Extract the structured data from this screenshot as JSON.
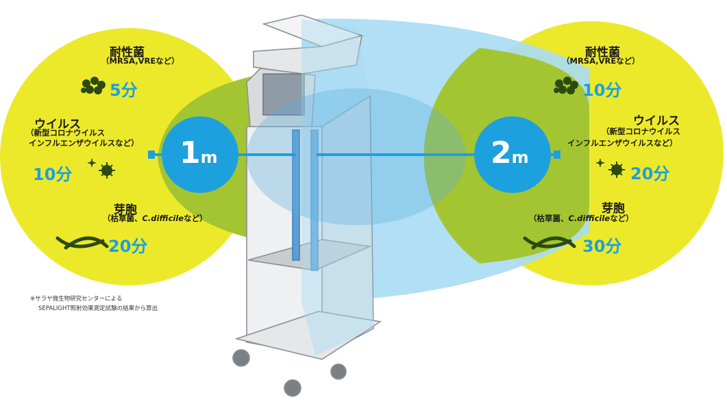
{
  "colors": {
    "yellow": "#ece92b",
    "green": "#a3c531",
    "blue": "#1ca0de",
    "light_blue": "#a8dcf4",
    "dark_green": "#2c4a0c"
  },
  "left": {
    "distance": "1",
    "unit": "m",
    "items": [
      {
        "title": "耐性菌",
        "sub": "（MRSA,VREなど）",
        "time": "5分",
        "icon": "bacteria-cluster-icon"
      },
      {
        "title": "ウイルス",
        "sub_lines": [
          "（新型コロナウイルス",
          "インフルエンザウイルスなど）"
        ],
        "time": "10分",
        "icon": "virus-icon"
      },
      {
        "title": "芽胞",
        "sub_pre": "（枯草菌、",
        "sub_italic": "C.difficile",
        "sub_post": "など）",
        "time": "20分",
        "icon": "spore-icon"
      }
    ]
  },
  "right": {
    "distance": "2",
    "unit": "m",
    "items": [
      {
        "title": "耐性菌",
        "sub": "（MRSA,VREなど）",
        "time": "10分",
        "icon": "bacteria-cluster-icon"
      },
      {
        "title": "ウイルス",
        "sub_lines": [
          "（新型コロナウイルス",
          "インフルエンザウイルスなど）"
        ],
        "time": "20分",
        "icon": "virus-icon"
      },
      {
        "title": "芽胞",
        "sub_pre": "（枯草菌、",
        "sub_italic": "C.difficile",
        "sub_post": "など）",
        "time": "30分",
        "icon": "spore-icon"
      }
    ]
  },
  "footnote": [
    "※サラヤ微生物研究センターによる",
    "SEPALIGHT照射効果測定試験の結果から算出"
  ]
}
